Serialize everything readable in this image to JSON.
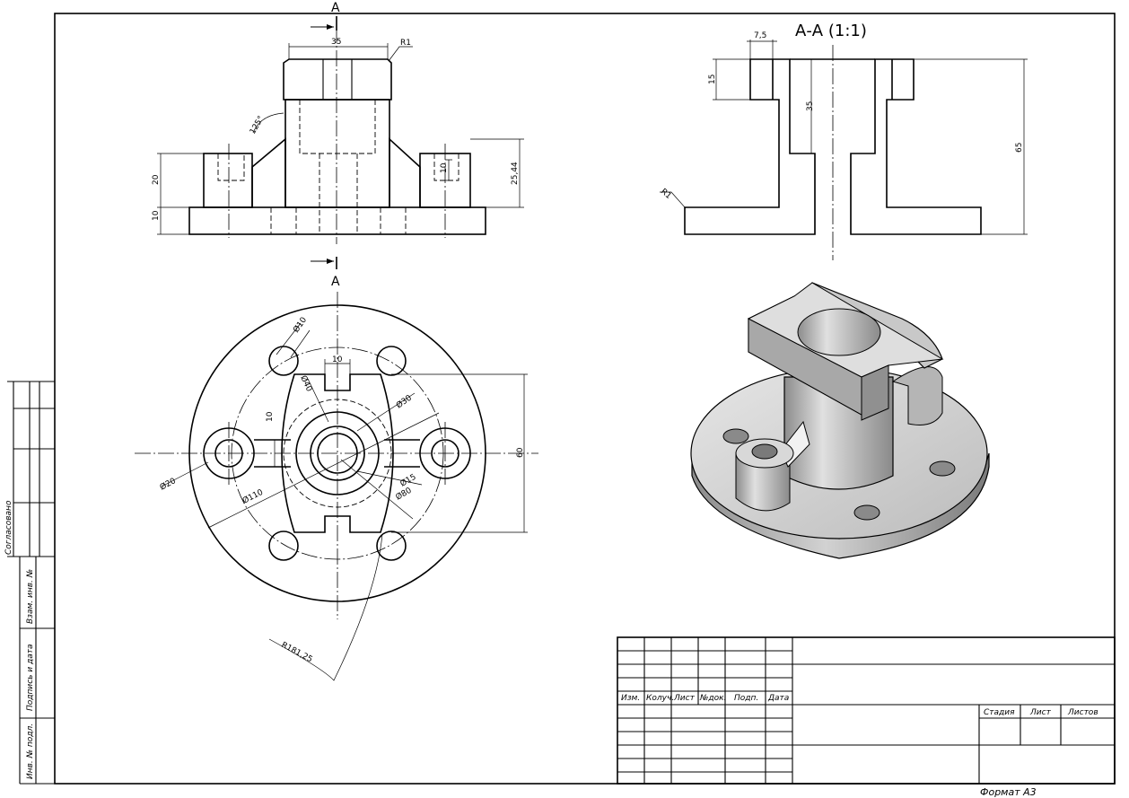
{
  "section_marker": "A",
  "section_title": "А-А (1:1)",
  "dims": {
    "top_width": "35",
    "fillet_r1": "R1",
    "angle": "125°",
    "height_20": "20",
    "height_10": "10",
    "boss_hole_10": "10",
    "height_2544": "25,44",
    "sec_7_5": "7,5",
    "sec_15": "15",
    "sec_35": "35",
    "sec_65": "65",
    "sec_r1": "R1",
    "d10": "Ø10",
    "slot_10": "10",
    "d40": "Ø40",
    "d30": "Ø30",
    "side_10": "10",
    "d20": "Ø20",
    "d110": "Ø110",
    "d15": "Ø15",
    "d80": "Ø80",
    "len_60": "60",
    "r181": "R181,25"
  },
  "side_stamp": {
    "agreed": "Согласовано",
    "inv_vzam": "Взам. инв. №",
    "sign_date": "Подпись и дата",
    "inv_podl": "Инв. № подл."
  },
  "title_block": {
    "izm": "Изм.",
    "kol_uch": "Колуч.",
    "list": "Лист",
    "n_dok": "№док.",
    "podp": "Подп.",
    "data": "Дата",
    "stage": "Стадия",
    "sheet": "Лист",
    "sheets": "Листов"
  },
  "format_label": "Формат А3"
}
